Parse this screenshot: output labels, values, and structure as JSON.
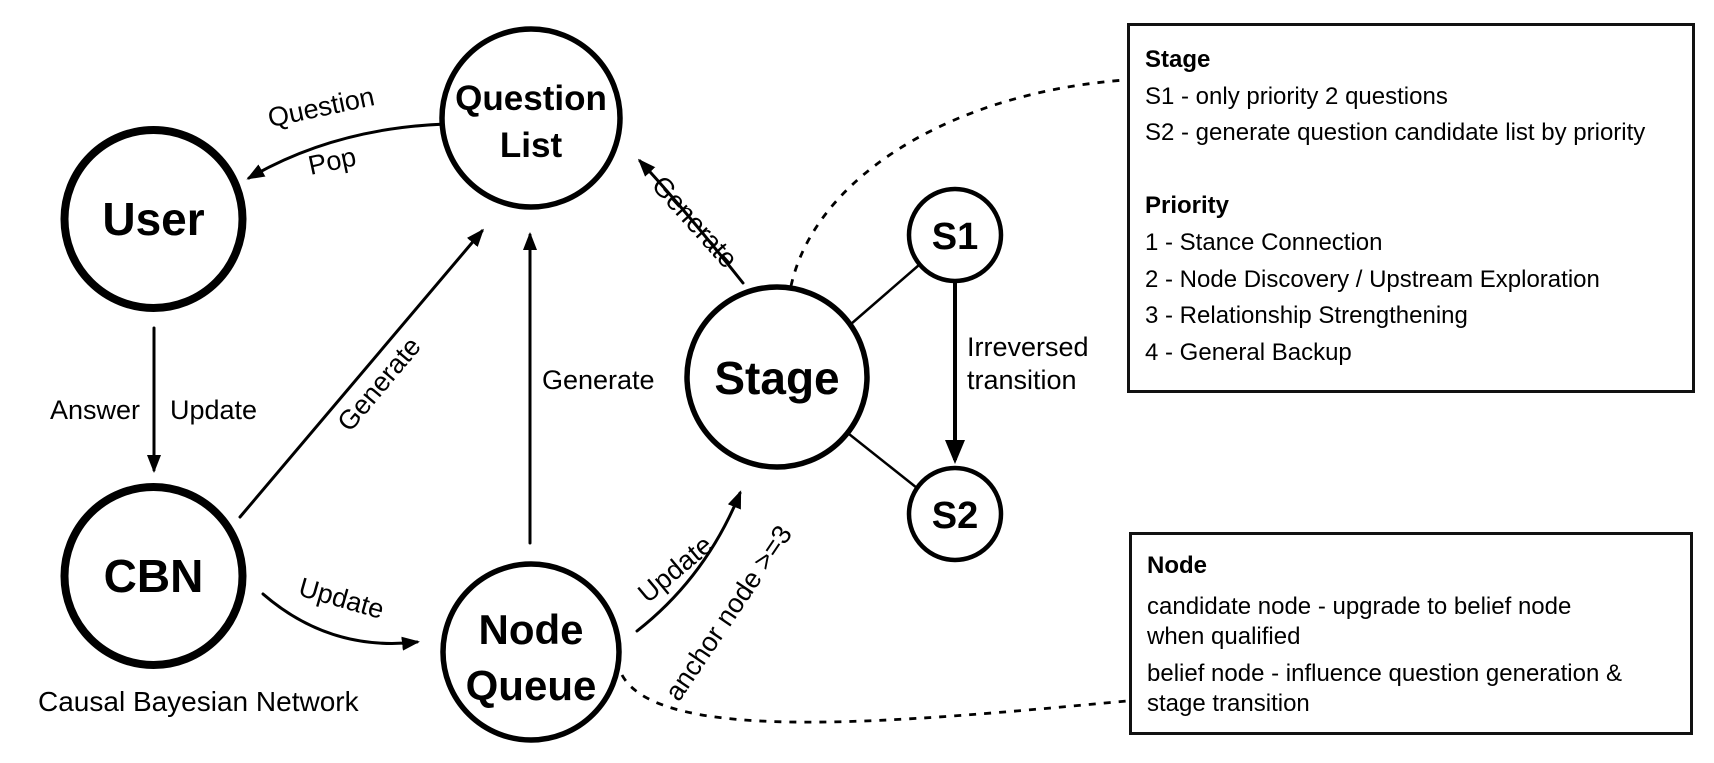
{
  "canvas": {
    "background": "#ffffff",
    "ink": "#000000"
  },
  "nodes": {
    "user": {
      "label": "User"
    },
    "cbn": {
      "label": "CBN",
      "caption": "Causal Bayesian Network"
    },
    "question_list": {
      "line1": "Question",
      "line2": "List"
    },
    "node_queue": {
      "line1": "Node",
      "line2": "Queue"
    },
    "stage": {
      "label": "Stage"
    },
    "s1": {
      "label": "S1"
    },
    "s2": {
      "label": "S2"
    }
  },
  "edges": {
    "ql_to_user": {
      "label_top": "Question",
      "label_bottom": "Pop"
    },
    "user_to_cbn": {
      "label_left": "Answer",
      "label_right": "Update"
    },
    "cbn_to_ql": {
      "label": "Generate"
    },
    "nq_to_ql": {
      "label": "Generate"
    },
    "stage_to_ql": {
      "label": "Generate"
    },
    "cbn_to_nq": {
      "label": "Update"
    },
    "nq_to_stage": {
      "label": "Update",
      "condition": "anchor node >=3"
    },
    "s1_to_s2": {
      "line1": "Irreversed",
      "line2": "transition"
    }
  },
  "legend_stage": {
    "heading1": "Stage",
    "s1_line": "S1 - only priority 2 questions",
    "s2_line": "S2 - generate question candidate list by priority",
    "heading2": "Priority",
    "p1": "1 - Stance Connection",
    "p2": "2 - Node Discovery / Upstream Exploration",
    "p3": "3 - Relationship Strengthening",
    "p4": "4 - General Backup"
  },
  "legend_node": {
    "heading": "Node",
    "para1_line1": "candidate node - upgrade to belief node",
    "para1_line2": "when qualified",
    "para2_line1": "belief node - influence question generation &",
    "para2_line2": "stage transition"
  }
}
